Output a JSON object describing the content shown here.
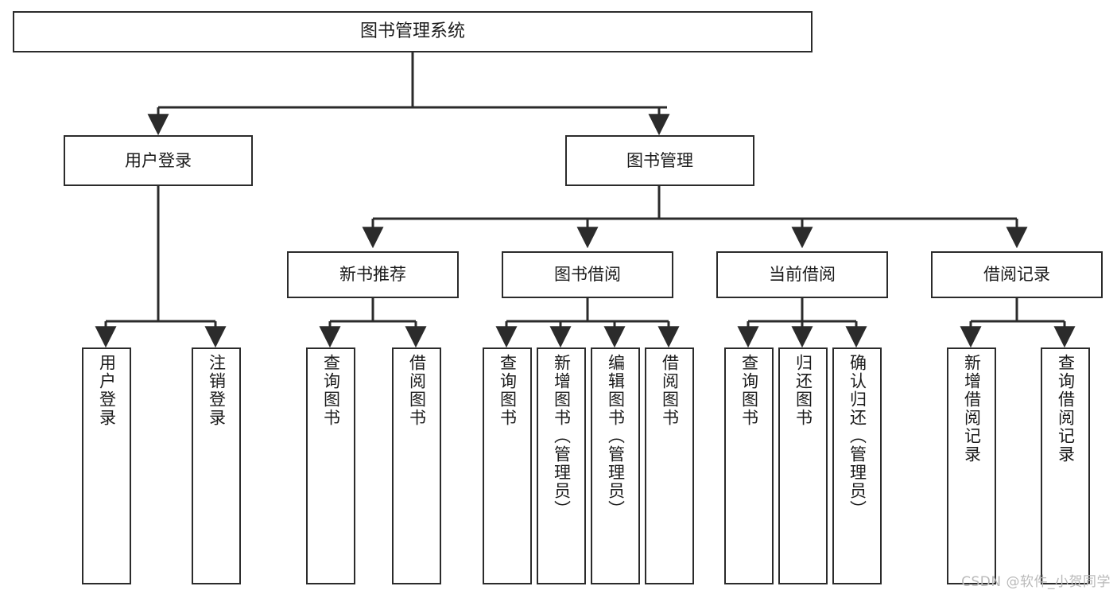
{
  "diagram": {
    "title": "图书管理系统",
    "type": "tree-hierarchy",
    "watermark": "CSDN @软件_小贺同学",
    "colors": {
      "background": "#ffffff",
      "border": "#2b2b2b",
      "connector": "#2b2b2b",
      "text": "#1b1b1b",
      "watermark": "#b9b9b9"
    },
    "levels": {
      "level0": {
        "label": "图书管理系统"
      },
      "level1": [
        {
          "label": "用户登录"
        },
        {
          "label": "图书管理"
        }
      ],
      "level2": [
        {
          "label": "新书推荐",
          "parent": "图书管理"
        },
        {
          "label": "图书借阅",
          "parent": "图书管理"
        },
        {
          "label": "当前借阅",
          "parent": "图书管理"
        },
        {
          "label": "借阅记录",
          "parent": "图书管理"
        }
      ],
      "level3": [
        {
          "label": "用户登录",
          "parent": "用户登录"
        },
        {
          "label": "注销登录",
          "parent": "用户登录"
        },
        {
          "label": "查询图书",
          "parent": "新书推荐"
        },
        {
          "label": "借阅图书",
          "parent": "新书推荐"
        },
        {
          "label": "查询图书",
          "parent": "图书借阅"
        },
        {
          "label": "新增图书（管理员）",
          "parent": "图书借阅"
        },
        {
          "label": "编辑图书（管理员）",
          "parent": "图书借阅"
        },
        {
          "label": "借阅图书",
          "parent": "图书借阅"
        },
        {
          "label": "查询图书",
          "parent": "当前借阅"
        },
        {
          "label": "归还图书",
          "parent": "当前借阅"
        },
        {
          "label": "确认归还（管理员）",
          "parent": "当前借阅"
        },
        {
          "label": "新增借阅记录",
          "parent": "借阅记录"
        },
        {
          "label": "查询借阅记录",
          "parent": "借阅记录"
        }
      ]
    }
  }
}
